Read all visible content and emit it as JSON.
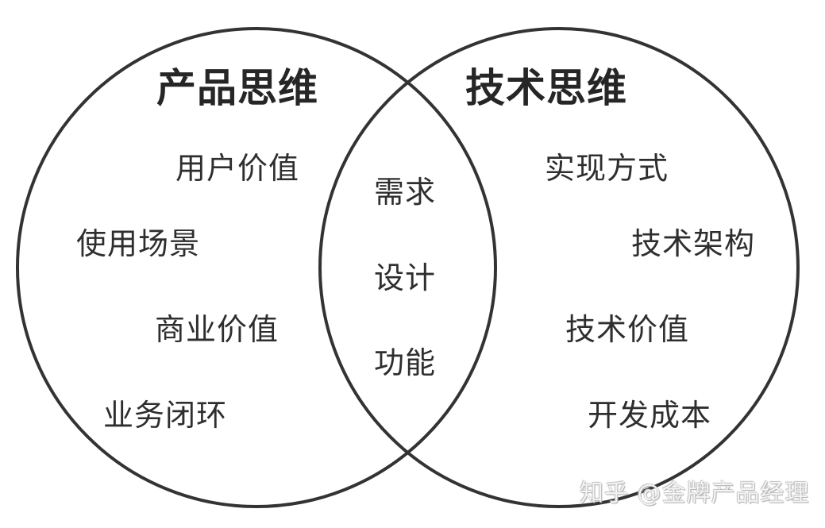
{
  "diagram": {
    "type": "venn",
    "left_circle": {
      "title": "产品思维",
      "items": [
        "用户价值",
        "使用场景",
        "商业价值",
        "业务闭环"
      ]
    },
    "right_circle": {
      "title": "技术思维",
      "items": [
        "实现方式",
        "技术架构",
        "技术价值",
        "开发成本"
      ]
    },
    "intersection": {
      "items": [
        "需求",
        "设计",
        "功能"
      ]
    },
    "stroke_color": "#333333"
  },
  "watermark": "知乎 @金牌产品经理"
}
